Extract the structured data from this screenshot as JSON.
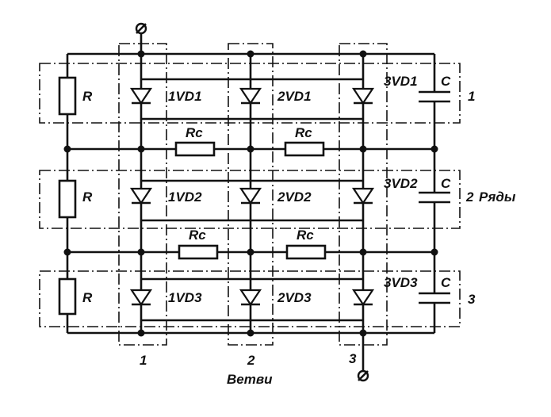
{
  "rows": [
    {
      "diodes": [
        "1VD1",
        "2VD1",
        "3VD1"
      ],
      "resistor": "R",
      "capacitor": "C",
      "row_number": "1"
    },
    {
      "diodes": [
        "1VD2",
        "2VD2",
        "3VD2"
      ],
      "resistor": "R",
      "capacitor": "C",
      "row_number": "2"
    },
    {
      "diodes": [
        "1VD3",
        "2VD3",
        "3VD3"
      ],
      "resistor": "R",
      "capacitor": "C",
      "row_number": "3"
    }
  ],
  "coupling_resistors": [
    "Rc",
    "Rc",
    "Rc",
    "Rc"
  ],
  "branch_numbers": [
    "1",
    "2",
    "3"
  ],
  "branches_caption": "Ветви",
  "rows_caption": "Ряды"
}
